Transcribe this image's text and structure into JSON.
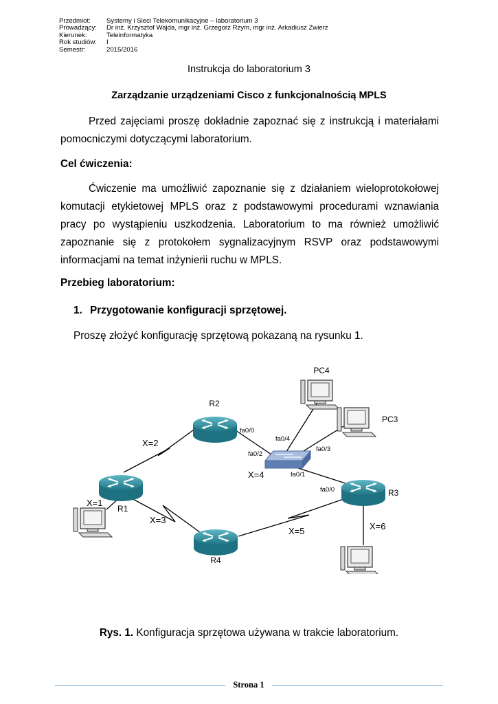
{
  "header": {
    "rows": [
      {
        "key": "Przedmiot:",
        "value": "Systemy i Sieci Telekomunikacyjne – laboratorium 3"
      },
      {
        "key": "Prowadzący:",
        "value": "Dr inż. Krzysztof Wajda, mgr inż. Grzegorz Rzym, mgr inż. Arkadiusz Zwierz"
      },
      {
        "key": "Kierunek:",
        "value": "Teleinformatyka"
      },
      {
        "key": "Rok studiów:",
        "value": "I"
      },
      {
        "key": "Semestr:",
        "value": "2015/2016"
      }
    ]
  },
  "subtitle": "Instrukcja do laboratorium 3",
  "title": "Zarządzanie urządzeniami Cisco z funkcjonalnością MPLS",
  "intro": "Przed zajęciami proszę dokładnie zapoznać się z instrukcją i materiałami pomocniczymi dotyczącymi laboratorium.",
  "goal_heading": "Cel ćwiczenia:",
  "goal_text": "Ćwiczenie ma umożliwić zapoznanie się z działaniem wieloprotokołowej komutacji etykietowej MPLS oraz z podstawowymi procedurami wznawiania pracy po wystąpieniu uszkodzenia. Laboratorium to ma również umożliwić zapoznanie się z protokołem sygnalizacyjnym RSVP oraz podstawowymi informacjami na temat inżynierii ruchu w MPLS.",
  "procedure_heading": "Przebieg laboratorium:",
  "step1": {
    "number": "1.",
    "label": "Przygotowanie konfiguracji sprzętowej."
  },
  "step1_text": "Proszę złożyć konfigurację sprzętową pokazaną na rysunku 1.",
  "diagram": {
    "routers": {
      "r1": "R1",
      "r2": "R2",
      "r3": "R3",
      "r4": "R4"
    },
    "pcs": {
      "pc3": "PC3",
      "pc4": "PC4"
    },
    "links": {
      "r1_r2": "X=2",
      "r1_r4": "X=3",
      "sw_r3": "X=4",
      "r4_r3": "X=5",
      "r3_pc": "X=6",
      "r1_pc": "X=1"
    },
    "interfaces": {
      "r2_fa00": "fa0/0",
      "sw_fa02": "fa0/2",
      "sw_fa04": "fa0/4",
      "sw_fa03": "fa0/3",
      "sw_fa01": "fa0/1",
      "r3_fa00": "fa0/0"
    },
    "colors": {
      "router": "#2c8c9c",
      "switch": "#6f8fc0",
      "link": "#000000"
    }
  },
  "caption": {
    "label": "Rys. 1.",
    "text": " Konfiguracja sprzętowa używana w trakcie laboratorium."
  },
  "footer": {
    "page": "Strona 1"
  }
}
